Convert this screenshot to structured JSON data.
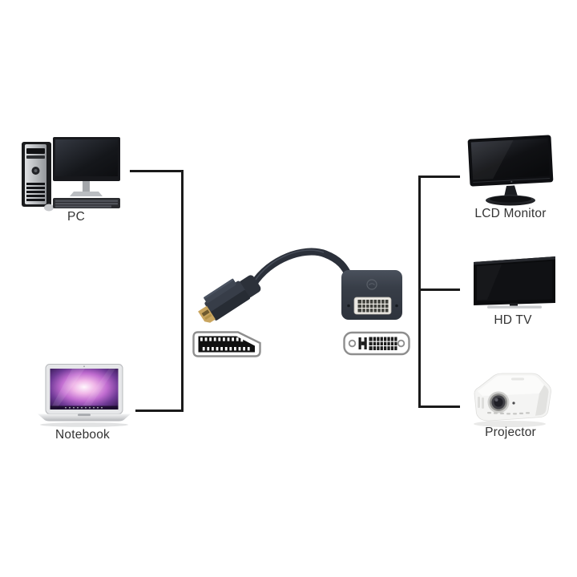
{
  "page": {
    "background_color": "#ffffff",
    "line_color": "#1a1a1a",
    "label_color": "#333333"
  },
  "sources": {
    "pc": {
      "label": "PC",
      "image": "desktop-pc-with-monitor-and-keyboard"
    },
    "notebook": {
      "label": "Notebook",
      "image": "macbook-style-laptop"
    }
  },
  "adapter": {
    "image": "displayport-male-to-dvi-female-adapter-cable",
    "left_port_icon": "displayport-port-icon",
    "right_port_icon": "dvi-port-icon"
  },
  "displays": {
    "lcd_monitor": {
      "label": "LCD Monitor",
      "image": "widescreen-lcd-monitor"
    },
    "hd_tv": {
      "label": "HD TV",
      "image": "flat-panel-hdtv"
    },
    "projector": {
      "label": "Projector",
      "image": "video-projector"
    }
  }
}
